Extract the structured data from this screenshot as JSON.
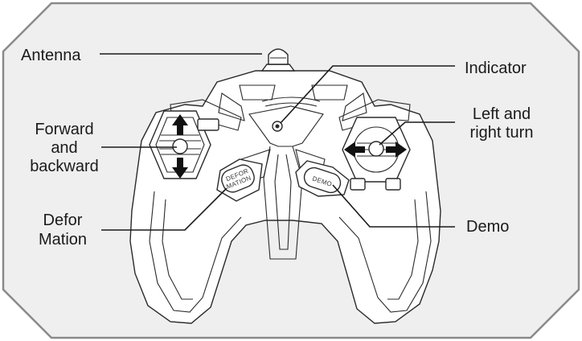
{
  "labels": {
    "antenna": "Antenna",
    "indicator": "Indicator",
    "forward_backward": [
      "Forward",
      "and",
      "backward"
    ],
    "left_right_turn": [
      "Left and",
      "right turn"
    ],
    "deformation": [
      "Defor",
      "Mation"
    ],
    "demo": "Demo"
  },
  "buttons": {
    "deformation": [
      "DEFOR",
      "MATION"
    ],
    "demo": "DEMO"
  },
  "colors": {
    "line": "#2a2a2a",
    "frame_fill": "#efefef",
    "frame_stroke": "#8a8a8a",
    "body_fill": "#ffffff"
  }
}
